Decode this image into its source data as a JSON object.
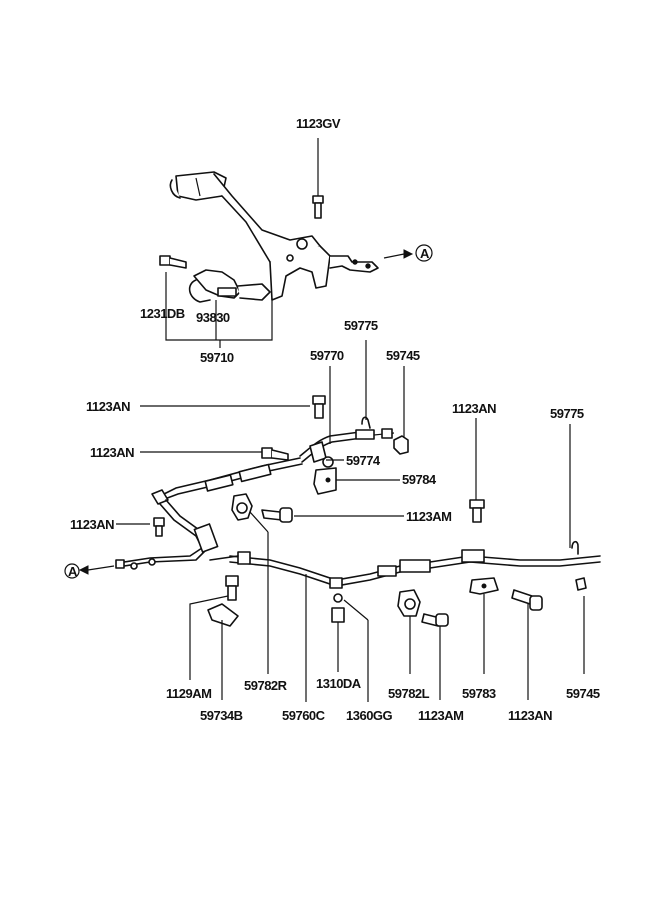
{
  "diagram": {
    "callout_symbol": "A",
    "labels": {
      "l_1123GV": "1123GV",
      "l_1231DB": "1231DB",
      "l_93830": "93830",
      "l_59710": "59710",
      "l_59775_top": "59775",
      "l_59770": "59770",
      "l_59745_top": "59745",
      "l_1123AN_a": "1123AN",
      "l_1123AN_b": "1123AN",
      "l_59774": "59774",
      "l_59784": "59784",
      "l_1123AN_c": "1123AN",
      "l_1123AM_mid": "1123AM",
      "l_1123AN_right": "1123AN",
      "l_59775_right": "59775",
      "l_1129AM": "1129AM",
      "l_59734B": "59734B",
      "l_59782R": "59782R",
      "l_59760C": "59760C",
      "l_1310DA": "1310DA",
      "l_1360GG": "1360GG",
      "l_59782L": "59782L",
      "l_1123AM_bot": "1123AM",
      "l_59783": "59783",
      "l_1123AN_bot": "1123AN",
      "l_59745_bot": "59745"
    }
  }
}
